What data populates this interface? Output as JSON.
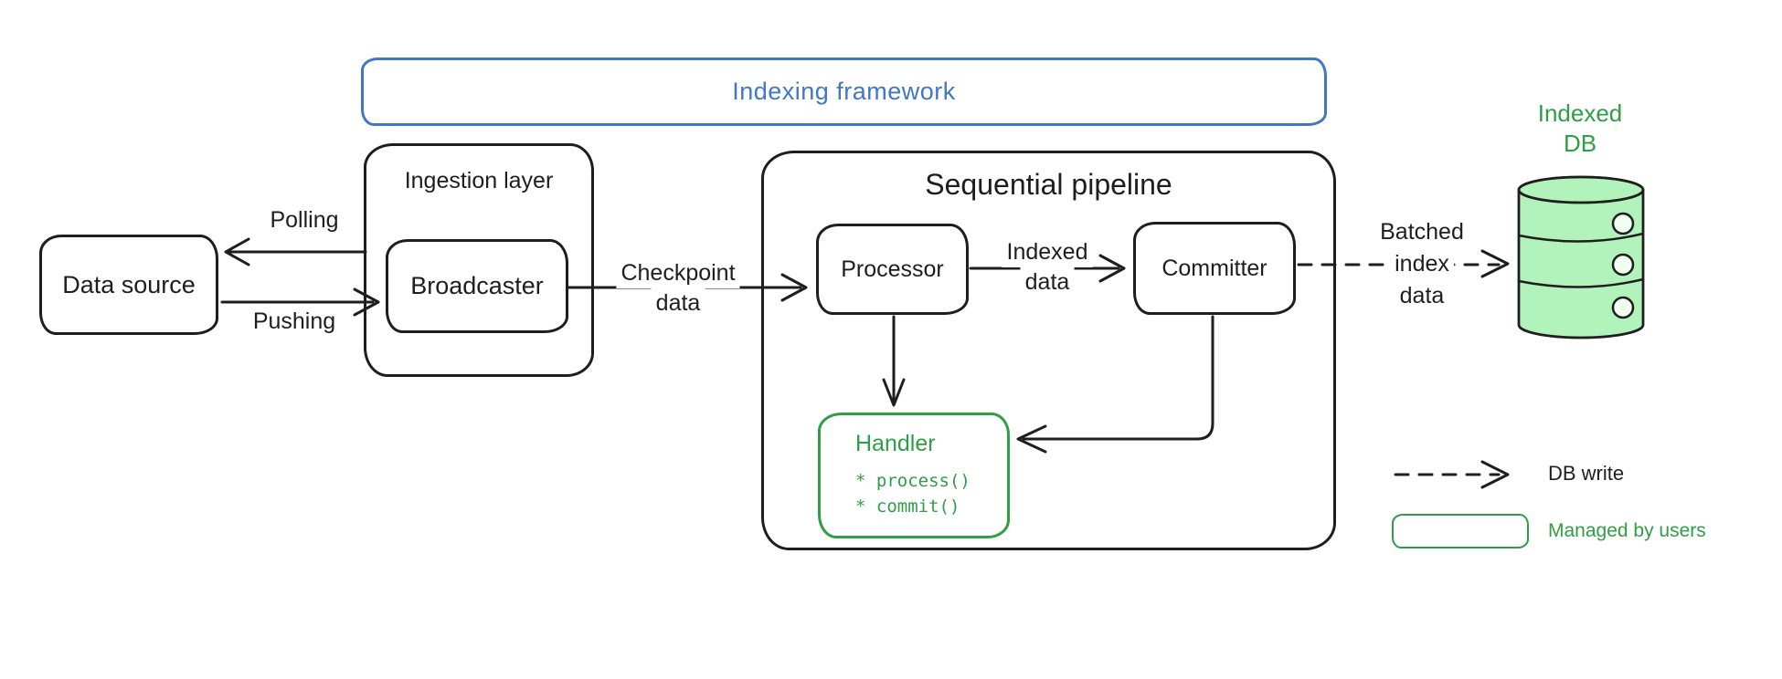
{
  "diagram": {
    "title_frame": {
      "label": "Indexing framework"
    },
    "nodes": {
      "data_source": {
        "label": "Data source"
      },
      "ingestion_layer": {
        "label": "Ingestion layer"
      },
      "broadcaster": {
        "label": "Broadcaster"
      },
      "sequential_pipeline": {
        "label": "Sequential pipeline"
      },
      "processor": {
        "label": "Processor"
      },
      "committer": {
        "label": "Committer"
      },
      "handler": {
        "title": "Handler",
        "methods": [
          "* process()",
          "* commit()"
        ]
      },
      "indexed_db": {
        "line1": "Indexed",
        "line2": "DB"
      }
    },
    "edges": {
      "polling": {
        "label": "Polling"
      },
      "pushing": {
        "label": "Pushing"
      },
      "checkpoint_data": {
        "line1": "Checkpoint",
        "line2": "data"
      },
      "indexed_data": {
        "line1": "Indexed",
        "line2": "data"
      },
      "batched_index_data": {
        "line1": "Batched",
        "line2": "index",
        "line3": "data"
      }
    },
    "legend": {
      "db_write": {
        "label": "DB write"
      },
      "managed_by_users": {
        "label": "Managed by users"
      }
    },
    "colors": {
      "ink": "#1e1e1e",
      "blue": "#4176c9",
      "green": "#2f9e44",
      "green_fill": "#b2f2bb"
    }
  }
}
